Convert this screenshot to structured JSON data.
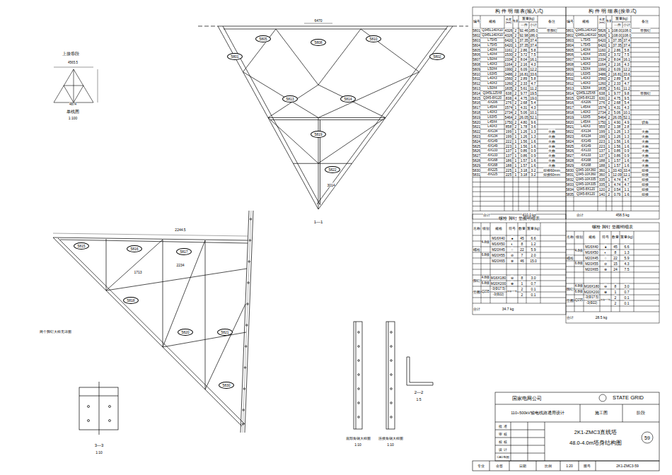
{
  "diagram": {
    "nodes": [
      {
        "text": [
          "5801"
        ]
      },
      {
        "text": [
          "5802"
        ]
      },
      {
        "text": [
          "5805"
        ]
      },
      {
        "text": [
          "5808"
        ]
      },
      {
        "text": [
          "5810"
        ]
      },
      {
        "text": [
          "5813"
        ]
      },
      {
        "text": [
          "5814"
        ]
      },
      {
        "text": [
          "5819"
        ]
      },
      {
        "text": [
          "5822"
        ]
      },
      {
        "text": [
          "5815"
        ]
      },
      {
        "text": [
          "5816"
        ]
      },
      {
        "text": [
          "5817"
        ]
      },
      {
        "text": [
          "5818"
        ]
      },
      {
        "text": [
          "5820"
        ]
      },
      {
        "text": [
          "5821"
        ]
      },
      {
        "text": [
          "5830"
        ]
      }
    ],
    "labels": [
      "上接⑮段",
      "4565.5",
      "4874",
      "单线图",
      "1:100",
      "6470",
      "3014",
      "1—1",
      "2244.5",
      "2234",
      "1713",
      "2—2",
      "1:5",
      "3—3",
      "1:10",
      "底部角钢大样图",
      "1:10",
      "连接角钢大样图",
      "1:10",
      "两个脚钉大样见详图",
      "构 件 明 细 表(输入式)",
      "编号",
      "规格",
      "长度 (mm)",
      "数量",
      "重量(kg)",
      "一件",
      "小计",
      "备注",
      "5801",
      "Q345L140X10",
      "4326",
      "2",
      "92.46",
      "185.0",
      "带脚钉",
      "5802",
      "Q345L140X10",
      "4326",
      "2",
      "92.98",
      "186.0",
      "5803",
      "L75X5",
      "6420",
      "1",
      "37.35",
      "37.4",
      "5804",
      "L75X5",
      "6420",
      "1",
      "37.35",
      "37.4",
      "5805",
      "L40X4",
      "1161",
      "2",
      "2.86",
      "5.8",
      "5806",
      "L40X4",
      "1530",
      "2",
      "3.72",
      "7.5",
      "5807",
      "L50X4",
      "2334",
      "2",
      "8.04",
      "16.1",
      "5808",
      "L40X3",
      "1164",
      "2",
      "2.16",
      "4.3",
      "5809",
      "L50X4",
      "1990",
      "2",
      "6.09",
      "12.2",
      "5810",
      "L63X5",
      "3486",
      "2",
      "16.81",
      "33.6",
      "5811",
      "L40X3",
      "1560",
      "2",
      "2.89",
      "5.8",
      "5812",
      "L40X3",
      "1260",
      "2",
      "2.33",
      "4.7",
      "5813",
      "L50X4",
      "1835",
      "2",
      "5.61",
      "11.2",
      "5814",
      "Q345L125X8",
      "638",
      "2",
      "9.77",
      "19.5",
      "5815",
      "Q345-8X120",
      "838",
      "4",
      "4.75",
      "19.0",
      "5816",
      "-6X206",
      "276",
      "2",
      "2.68",
      "5.4",
      "5817",
      "L45X4",
      "1574",
      "1",
      "4.31",
      "4.3",
      "5818",
      "L40X3",
      "2734",
      "2",
      "5.06",
      "10.1",
      "5819",
      "L63X5",
      "5464",
      "2",
      "26.05",
      "52.1",
      "5820",
      "L45X4",
      "1750",
      "2",
      "4.80",
      "9.6",
      "5821",
      "L40X3",
      "858",
      "2",
      "1.78",
      "3.6",
      "5822",
      "-6X134",
      "199",
      "1",
      "1.26",
      "1.3",
      "火曲",
      "5823",
      "-6X134",
      "199",
      "1",
      "1.26",
      "1.3",
      "火曲",
      "5824",
      "-6X149",
      "222",
      "1",
      "1.56",
      "1.6",
      "火曲",
      "5825",
      "-6X149",
      "223",
      "1",
      "1.56",
      "1.6",
      "火曲",
      "5826",
      "-6X133",
      "137",
      "1",
      "0.86",
      "0.9",
      "火曲",
      "5827",
      "-6X133",
      "137",
      "1",
      "0.86",
      "0.9",
      "火曲",
      "5828",
      "-6X168",
      "186",
      "1",
      "1.57",
      "1.6",
      "火曲",
      "5829",
      "-6X168",
      "188",
      "1",
      "1.57",
      "1.6",
      "火曲",
      "5830",
      "-8X225",
      "225",
      "1",
      "3.18",
      "3.2",
      "焊接60mm",
      "5831",
      "-8X225",
      "225",
      "1",
      "3.18",
      "3.2",
      "焊接60mm",
      "合计",
      "410.0 kg",
      "构 件 明 细 表(按单式)",
      "编号",
      "规格",
      "长度 (mm)",
      "数量",
      "重量(kg)",
      "一件",
      "小计",
      "备注",
      "5801",
      "Q345L140X10",
      "5826",
      "1",
      "108.00",
      "108.0",
      "带脚钉",
      "5802",
      "Q345L140X10",
      "5826",
      "1",
      "108.00",
      "108.0",
      "5803",
      "L75X5",
      "6420",
      "1",
      "37.35",
      "37.4",
      "5804",
      "L75X5",
      "6420",
      "1",
      "37.35",
      "37.4",
      "5805",
      "L40X4",
      "1160",
      "2",
      "2.86",
      "5.8",
      "5806",
      "L40X4",
      "1530",
      "2",
      "3.72",
      "7.5",
      "5807",
      "L50X4",
      "2334",
      "2",
      "8.04",
      "16.1",
      "5808",
      "L40X3",
      "1164",
      "2",
      "2.16",
      "4.3",
      "5809",
      "L50X4",
      "1990",
      "2",
      "6.09",
      "12.2",
      "5810",
      "L63X5",
      "3486",
      "2",
      "16.81",
      "33.6",
      "5811",
      "L40X3",
      "1560",
      "2",
      "2.89",
      "5.8",
      "5812",
      "L40X3",
      "1260",
      "2",
      "2.33",
      "4.7",
      "5813",
      "L50X4",
      "1835",
      "2",
      "5.61",
      "11.2",
      "5814",
      "Q345L125X8",
      "638",
      "1",
      "9.77",
      "9.8",
      "带脚钉",
      "5815",
      "Q345-8X120",
      "630",
      "2",
      "4.75",
      "9.5",
      "5816",
      "-6X206",
      "276",
      "2",
      "2.68",
      "5.4",
      "5817",
      "L45X4",
      "1574",
      "1",
      "4.31",
      "4.3",
      "5818",
      "L40X3",
      "2734",
      "2",
      "5.06",
      "10.1",
      "5819",
      "L63X5",
      "5464",
      "2",
      "26.05",
      "52.1",
      "5820",
      "L45X4",
      "1750",
      "1",
      "4.90",
      "4.9",
      "切角",
      "5821",
      "L40X3",
      "959",
      "2",
      "1.38",
      "2.8",
      "5822",
      "-6X134",
      "199",
      "1",
      "1.26",
      "1.3",
      "火曲",
      "5823",
      "-6X134",
      "199",
      "1",
      "1.26",
      "1.3",
      "火曲",
      "5824",
      "-6X149",
      "223",
      "1",
      "1.56",
      "1.6",
      "火曲",
      "5825",
      "-6X149",
      "223",
      "1",
      "1.56",
      "1.6",
      "火曲",
      "5826",
      "-6X133",
      "137",
      "1",
      "0.86",
      "0.9",
      "火曲",
      "5827",
      "-6X133",
      "137",
      "1",
      "0.86",
      "0.9",
      "火曲",
      "5828",
      "-6X168",
      "188",
      "1",
      "1.57",
      "1.6",
      "火曲",
      "5829",
      "-6X168",
      "188",
      "1",
      "1.57",
      "1.6",
      "火曲",
      "5830",
      "Q345-16X360",
      "360",
      "1",
      "33.43",
      "33.4",
      "焊接",
      "5831",
      "Q345-10X360",
      "360",
      "1",
      "12.09",
      "12.1",
      "焊接",
      "5832",
      "Q345-10X335",
      "335",
      "1",
      "4.74",
      "4.7",
      "焊接",
      "5833",
      "Q345-10X335",
      "335",
      "1",
      "4.74",
      "4.7",
      "焊接",
      "5834",
      "Q345-8X120",
      "120",
      "2",
      "0.54",
      "1.1",
      "焊接",
      "5835",
      "Q345-8X120",
      "140",
      "2",
      "0.79",
      "1.6",
      "焊接",
      "合计",
      "458.5 kg",
      "螺栓 脚钉 垫圈明细表",
      "名称",
      "级别",
      "规格",
      "符号",
      "数量",
      "重量(kg)",
      "螺栓",
      "4.8级",
      "6.8级",
      "M16X40",
      "●",
      "45",
      "6.6",
      "M16X50",
      "◐",
      "8",
      "1.2",
      "M20X45",
      "○",
      "22",
      "5.9",
      "M20X55",
      "⊘",
      "7",
      "2.0",
      "M20X65",
      "⊗",
      "46",
      "15.0",
      "脚钉",
      "4.8级",
      "M16X180",
      "⊖",
      "8",
      "3.0",
      "6.8级",
      "M20X200",
      "⊕",
      "1",
      "0.7",
      "垫圈",
      "Q235",
      "-3(Φ17.5)",
      "规格×个数",
      "2",
      "0.1",
      "-3(Φ22)",
      "2",
      "0.1",
      "合计",
      "34.7 kg",
      "螺栓 脚钉 垫圈明细表",
      "名称",
      "级别",
      "规格",
      "符号",
      "数量",
      "重量(kg)",
      "螺栓",
      "4.8级",
      "6.8级",
      "M16X40",
      "●",
      "45",
      "6.6",
      "M16X50",
      "◐",
      "8",
      "1.3",
      "M20X45",
      "○",
      "22",
      "5.9",
      "M20X55",
      "⊘",
      "15",
      "4.3",
      "M20X65",
      "⊗",
      "24",
      "7.5",
      "脚钉",
      "4.8级",
      "M16X180",
      "⊖",
      "8",
      "3.0",
      "6.8级",
      "M20X200",
      "⊕",
      "1",
      "0.7",
      "垫圈",
      "Q235",
      "-3(Φ17.5)",
      "规格×个数",
      "2",
      "0.1",
      "-3(Φ22)",
      "2",
      "0.1",
      "合计",
      "28.5 kg",
      "国家电网公司",
      "STATE GRID",
      "110~500kV输电线路通用设计",
      "施工图",
      "阶段",
      "批 准",
      "审 核",
      "校 核",
      "设 计",
      "CAD制图",
      "2K1-ZMC3直线塔",
      "48.0-4.0m塔身结构图",
      "59",
      "专业",
      "会签",
      "日期",
      "比例",
      "1:20",
      "图号",
      "2K1-ZMC3-59"
    ]
  }
}
